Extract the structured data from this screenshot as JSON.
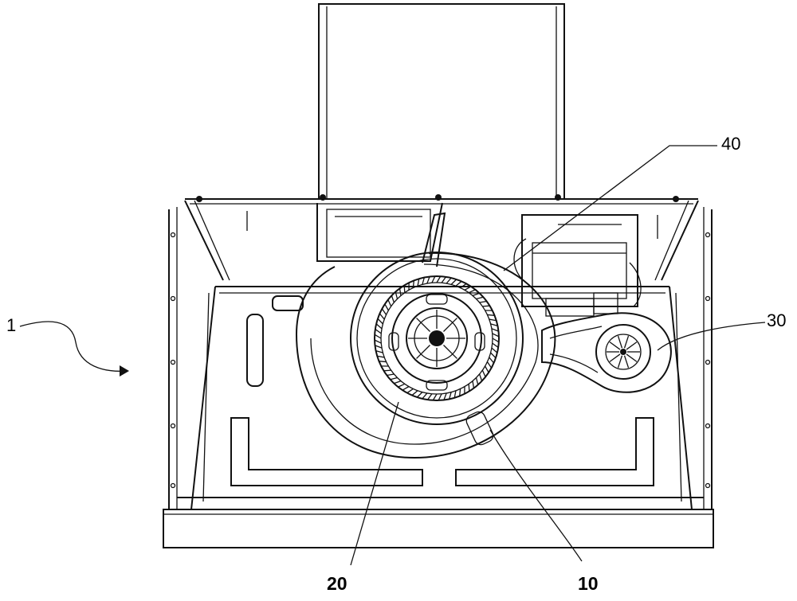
{
  "labels": {
    "ref_1": "1",
    "ref_40": "40",
    "ref_30": "30",
    "ref_20": "20",
    "ref_10": "10"
  },
  "colors": {
    "line": "#111111",
    "background": "#ffffff"
  },
  "parts": {
    "housing": "range-hood-housing",
    "chimney": "chimney-duct",
    "main_fan": "centrifugal-fan-20",
    "volute": "volute-casing-10",
    "auxiliary_fan": "auxiliary-fan-30",
    "control_box": "control-box-40"
  }
}
